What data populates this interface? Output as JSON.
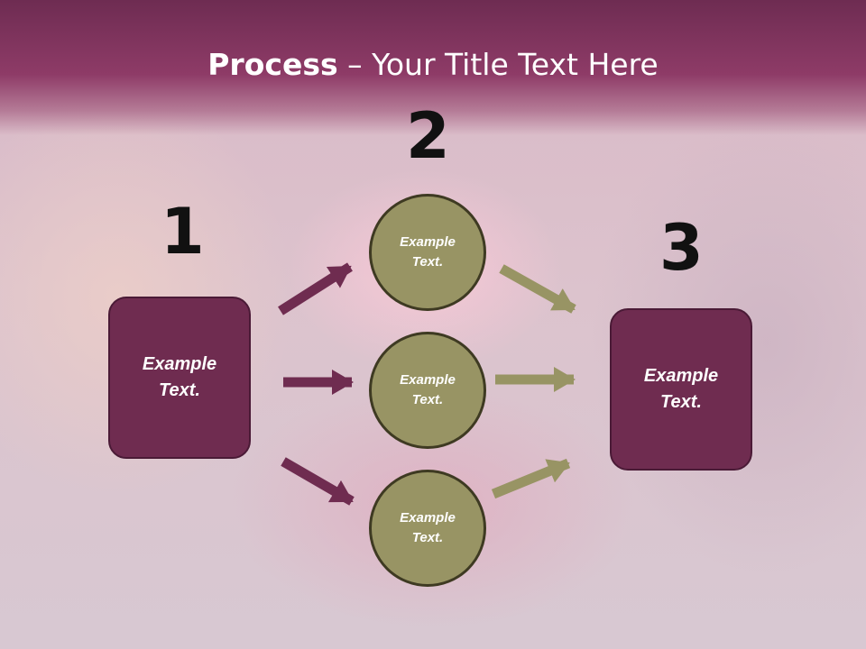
{
  "title": {
    "bold": "Process",
    "rest": " – Your Title Text Here"
  },
  "steps": [
    {
      "number": "1",
      "label": "Example\nText."
    },
    {
      "number": "2",
      "labels": [
        "Example\nText.",
        "Example\nText.",
        "Example\nText."
      ]
    },
    {
      "number": "3",
      "label": "Example\nText."
    }
  ],
  "colors": {
    "header": "#8e3b67",
    "box": "#6f2c50",
    "circle": "#989464",
    "arrow_left": "#6f2c50",
    "arrow_right": "#989464"
  }
}
